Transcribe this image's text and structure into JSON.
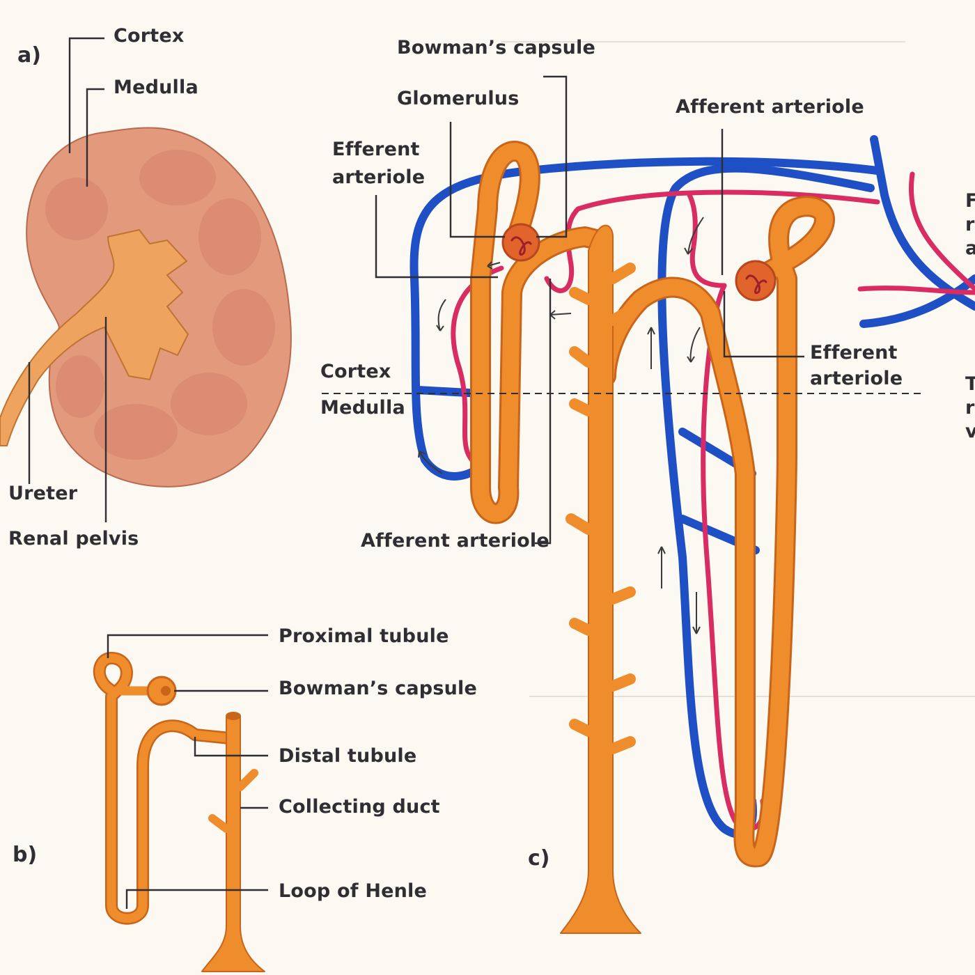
{
  "panels": {
    "a": "a)",
    "b": "b)",
    "c": "c)"
  },
  "kidney": {
    "cortex": "Cortex",
    "medulla": "Medulla",
    "ureter": "Ureter",
    "renal_pelvis": "Renal pelvis"
  },
  "simple_nephron": {
    "proximal_tubule": "Proximal tubule",
    "bowmans_capsule": "Bowman’s capsule",
    "distal_tubule": "Distal tubule",
    "collecting_duct": "Collecting duct",
    "loop_of_henle": "Loop of Henle"
  },
  "detailed_nephron": {
    "bowmans_capsule": "Bowman’s capsule",
    "glomerulus": "Glomerulus",
    "efferent_arteriole_left": "Efferent\narteriole",
    "afferent_arteriole_top": "Afferent arteriole",
    "efferent_arteriole_right": "Efferent\narteriole",
    "afferent_arteriole_bottom": "Afferent arteriole",
    "cortex": "Cortex",
    "medulla": "Medulla",
    "cut_off_right_top": "F\nr\na",
    "cut_off_right_bottom": "T\nr\nv"
  },
  "colors": {
    "tubule": "#ef8c2c",
    "tubule_dark": "#c8651a",
    "vein": "#1f4fc4",
    "artery": "#d82c62",
    "kidney": "#e39a7c",
    "pelvis": "#eea35e"
  }
}
